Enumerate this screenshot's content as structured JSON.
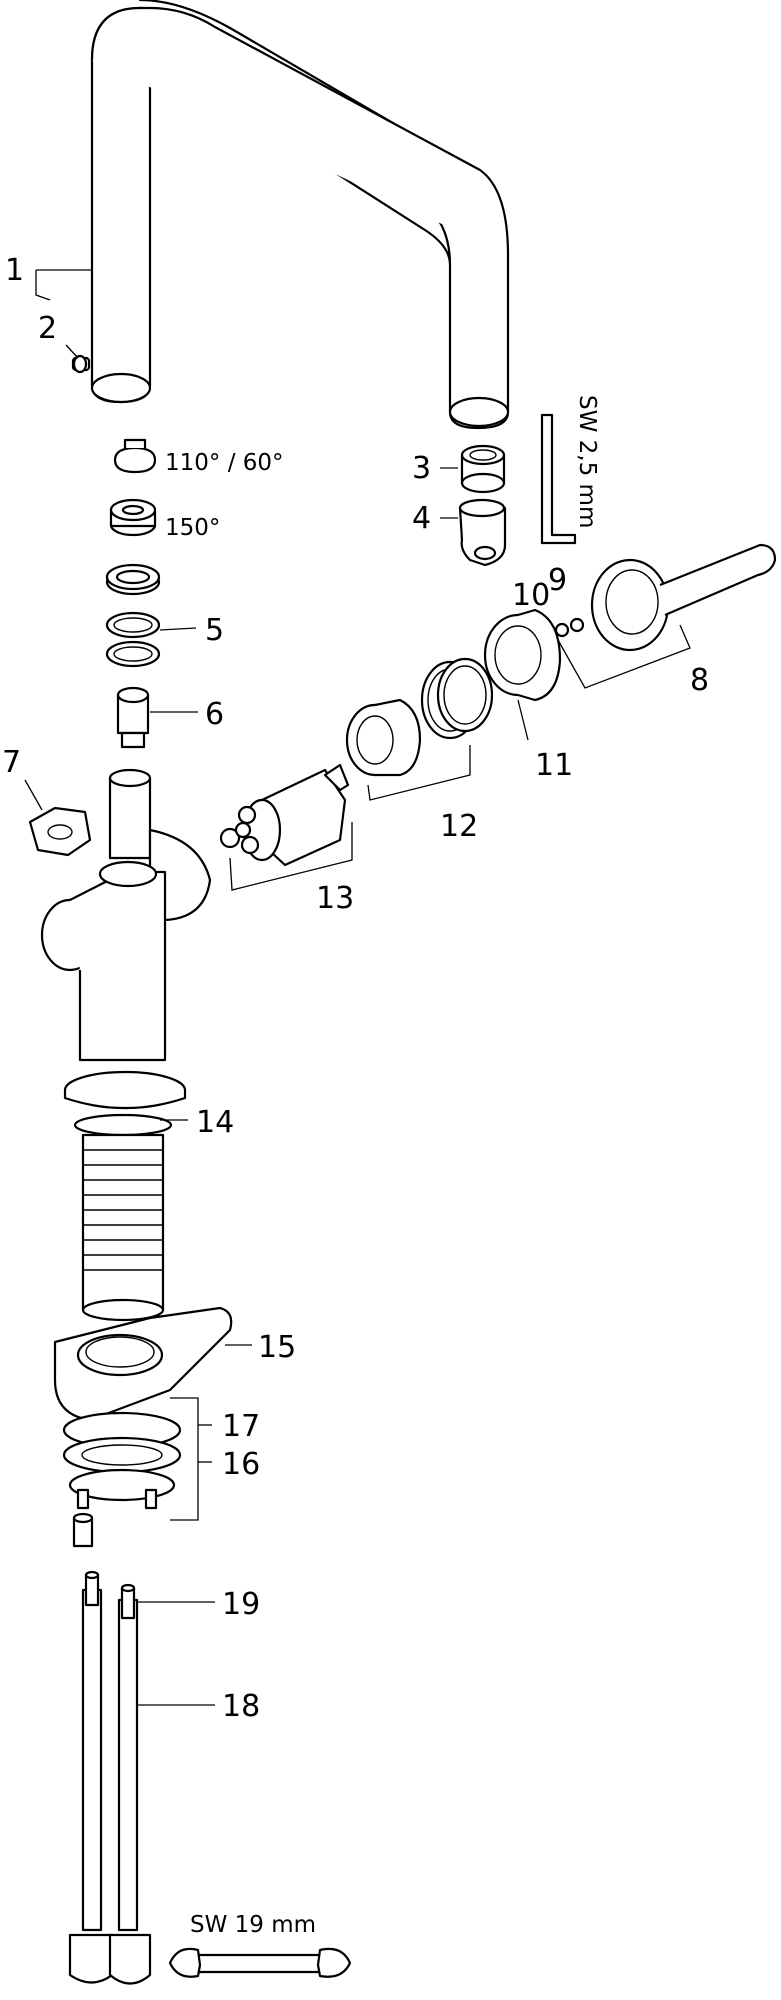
{
  "callouts": {
    "p1": "1",
    "p2": "2",
    "p3": "3",
    "p4": "4",
    "p5": "5",
    "p6": "6",
    "p7": "7",
    "p8": "8",
    "p9": "9",
    "p10": "10",
    "p11": "11",
    "p12": "12",
    "p13": "13",
    "p14": "14",
    "p15": "15",
    "p16": "16",
    "p17": "17",
    "p18": "18",
    "p19": "19"
  },
  "notes": {
    "angle_110_60": "110° / 60°",
    "angle_150": "150°",
    "hex_key": "SW 2,5 mm",
    "wrench": "SW 19 mm"
  },
  "colors": {
    "line": "#000000",
    "background": "#ffffff"
  }
}
